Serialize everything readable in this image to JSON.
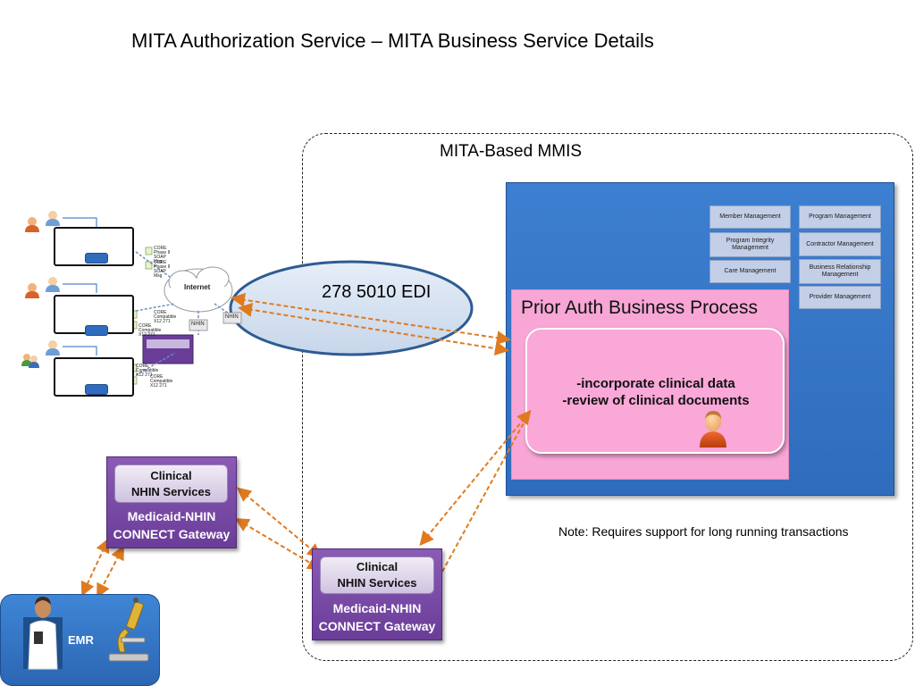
{
  "title": "MITA Authorization Service – MITA Business Service Details",
  "mmis": {
    "label": "MITA-Based MMIS",
    "modules": [
      "Member Management",
      "Program Management",
      "Program Integrity Management",
      "Contractor Management",
      "Care Management",
      "Business Relationship Management",
      "Provider Management"
    ],
    "prior_auth": {
      "title": "Prior Auth Business Process",
      "line1": "-incorporate clinical data",
      "line2": "-review of clinical documents"
    }
  },
  "edi": {
    "label": "278 5010 EDI"
  },
  "gateways": [
    {
      "inner_line1": "Clinical",
      "inner_line2": "NHIN Services",
      "outer_line1": "Medicaid-NHIN",
      "outer_line2": "CONNECT Gateway"
    },
    {
      "inner_line1": "Clinical",
      "inner_line2": "NHIN Services",
      "outer_line1": "Medicaid-NHIN",
      "outer_line2": "CONNECT Gateway"
    }
  ],
  "note": "Note: Requires support for long running transactions",
  "emr": {
    "label": "EMR"
  },
  "mini_diagram": {
    "internet": "Internet",
    "nhin1": "NHIN",
    "nhin2": "NHIN",
    "labels": [
      "CORE Phase II SOAP Msg",
      "CORE Phase II SOAP Msg",
      "CORE Compatible X12 271",
      "CORE Compatible X12 271",
      "CORE Compatible X12 271",
      "CORE Compatible X12 271"
    ]
  },
  "colors": {
    "mmis_blue": "#3d7fd0",
    "prior_auth_pink": "#f7a6d6",
    "gateway_purple": "#7a4aa8",
    "arrow_orange": "#e07a1f"
  }
}
